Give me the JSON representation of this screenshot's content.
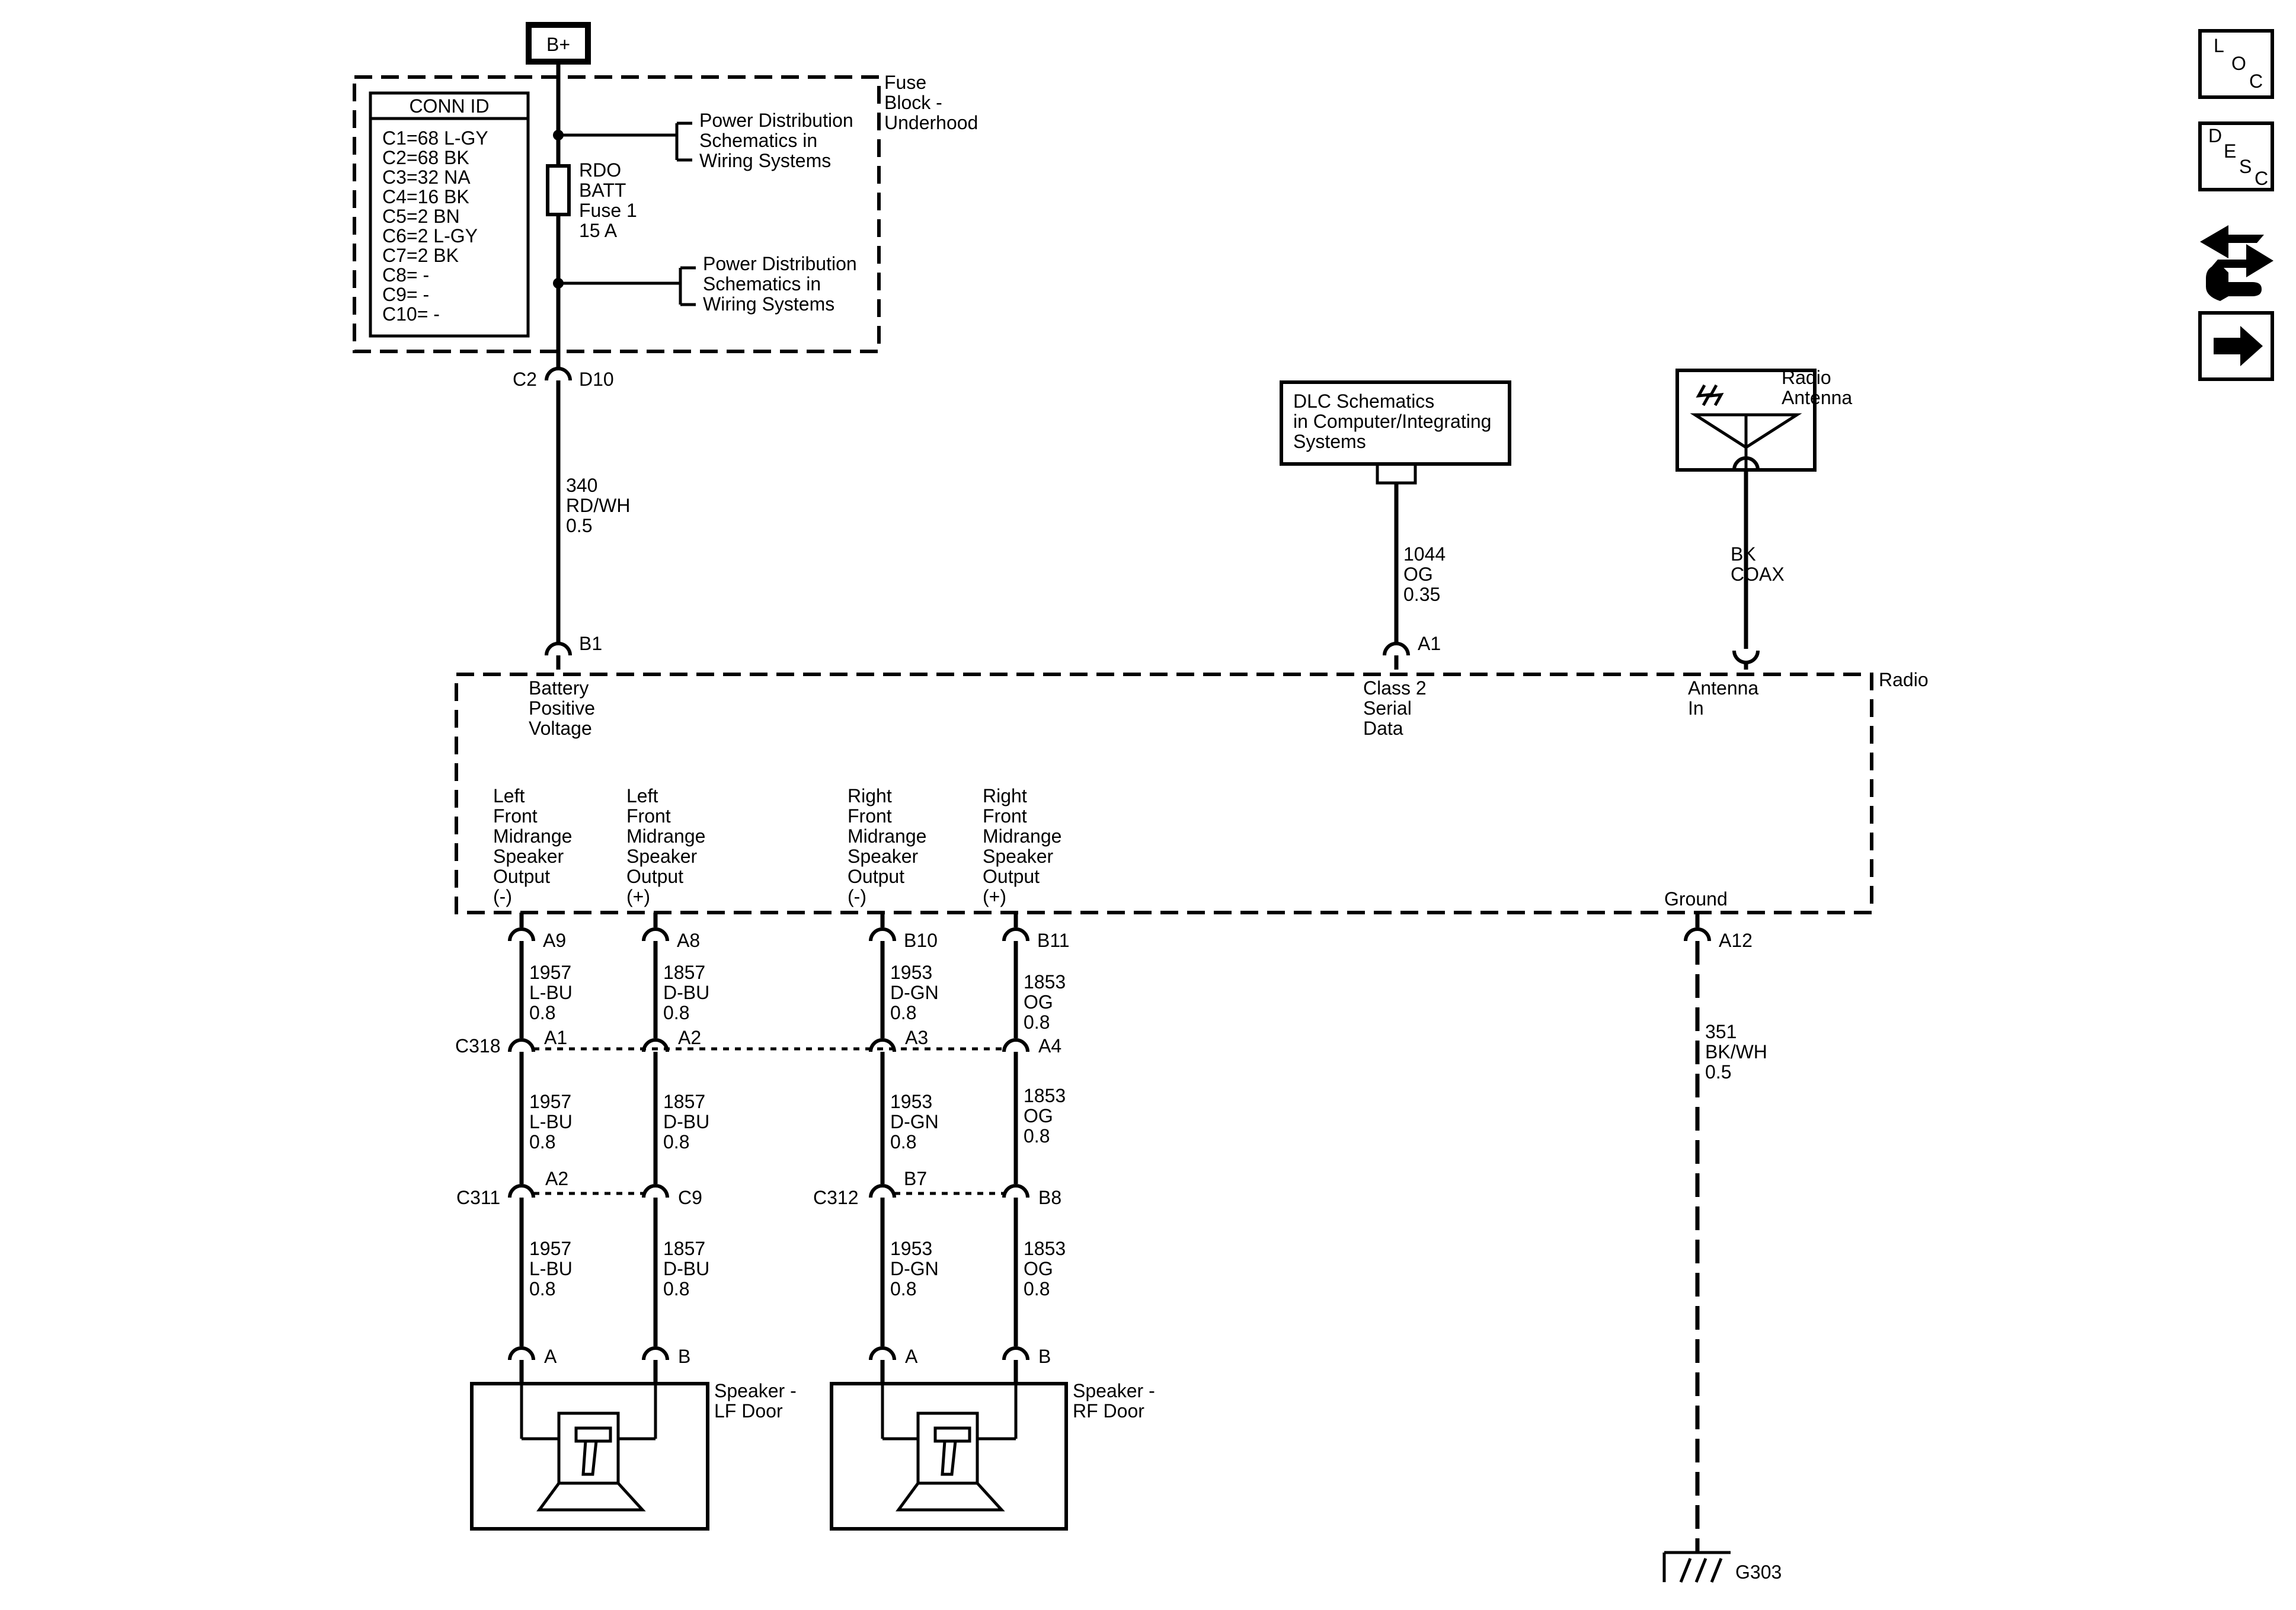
{
  "battery_label": "B+",
  "conn_id": {
    "title": "CONN ID",
    "lines": [
      "C1=68 L-GY",
      "C2=68 BK",
      "C3=32 NA",
      "C4=16 BK",
      "C5=2 BN",
      "C6=2 L-GY",
      "C7=2 BK",
      "C8= -",
      "C9= -",
      "C10= -"
    ]
  },
  "fuse_block": [
    "Fuse",
    "Block -",
    "Underhood"
  ],
  "fuse": [
    "RDO",
    "BATT",
    "Fuse 1",
    "15 A"
  ],
  "power_dist_1": [
    "Power Distribution",
    "Schematics in",
    "Wiring Systems"
  ],
  "power_dist_2": [
    "Power Distribution",
    "Schematics in",
    "Wiring Systems"
  ],
  "c2_label": "C2",
  "d10_label": "D10",
  "wire_340": [
    "340",
    "RD/WH",
    "0.5"
  ],
  "b1_label": "B1",
  "dlc": [
    "DLC Schematics",
    "in Computer/Integrating",
    "Systems"
  ],
  "wire_1044": [
    "1044",
    "OG",
    "0.35"
  ],
  "a1_top_label": "A1",
  "antenna_title": [
    "Radio",
    "Antenna"
  ],
  "wire_coax": [
    "BK",
    "COAX"
  ],
  "radio_label": "Radio",
  "batt_pos_voltage": [
    "Battery",
    "Positive",
    "Voltage"
  ],
  "class2": [
    "Class 2",
    "Serial",
    "Data"
  ],
  "antenna_in": [
    "Antenna",
    "In"
  ],
  "ground_label": "Ground",
  "outputs": [
    [
      "Left",
      "Front",
      "Midrange",
      "Speaker",
      "Output",
      "(-)"
    ],
    [
      "Left",
      "Front",
      "Midrange",
      "Speaker",
      "Output",
      "(+)"
    ],
    [
      "Right",
      "Front",
      "Midrange",
      "Speaker",
      "Output",
      "(-)"
    ],
    [
      "Right",
      "Front",
      "Midrange",
      "Speaker",
      "Output",
      "(+)"
    ]
  ],
  "pins_radio": [
    "A9",
    "A8",
    "B10",
    "B11",
    "A12"
  ],
  "wires_r1": [
    [
      "1957",
      "L-BU",
      "0.8"
    ],
    [
      "1857",
      "D-BU",
      "0.8"
    ],
    [
      "1953",
      "D-GN",
      "0.8"
    ],
    [
      "1853",
      "OG",
      "0.8"
    ]
  ],
  "c318_label": "C318",
  "c318_pins": [
    "A1",
    "A2",
    "A3",
    "A4"
  ],
  "wires_r2": [
    [
      "1957",
      "L-BU",
      "0.8"
    ],
    [
      "1857",
      "D-BU",
      "0.8"
    ],
    [
      "1953",
      "D-GN",
      "0.8"
    ],
    [
      "1853",
      "OG",
      "0.8"
    ]
  ],
  "c311_label": "C311",
  "c311_pins": [
    "A2",
    "C9"
  ],
  "c312_label": "C312",
  "c312_pins": [
    "B7",
    "B8"
  ],
  "wires_r3": [
    [
      "1957",
      "L-BU",
      "0.8"
    ],
    [
      "1857",
      "D-BU",
      "0.8"
    ],
    [
      "1953",
      "D-GN",
      "0.8"
    ],
    [
      "1853",
      "OG",
      "0.8"
    ]
  ],
  "speaker_pins": [
    "A",
    "B",
    "A",
    "B"
  ],
  "speaker_lf": [
    "Speaker -",
    "LF Door"
  ],
  "speaker_rf": [
    "Speaker -",
    "RF Door"
  ],
  "wire_351": [
    "351",
    "BK/WH",
    "0.5"
  ],
  "g303_label": "G303",
  "nav": {
    "loc": [
      "L",
      "O",
      "C"
    ],
    "desc": [
      "D",
      "E",
      "S",
      "C"
    ]
  }
}
